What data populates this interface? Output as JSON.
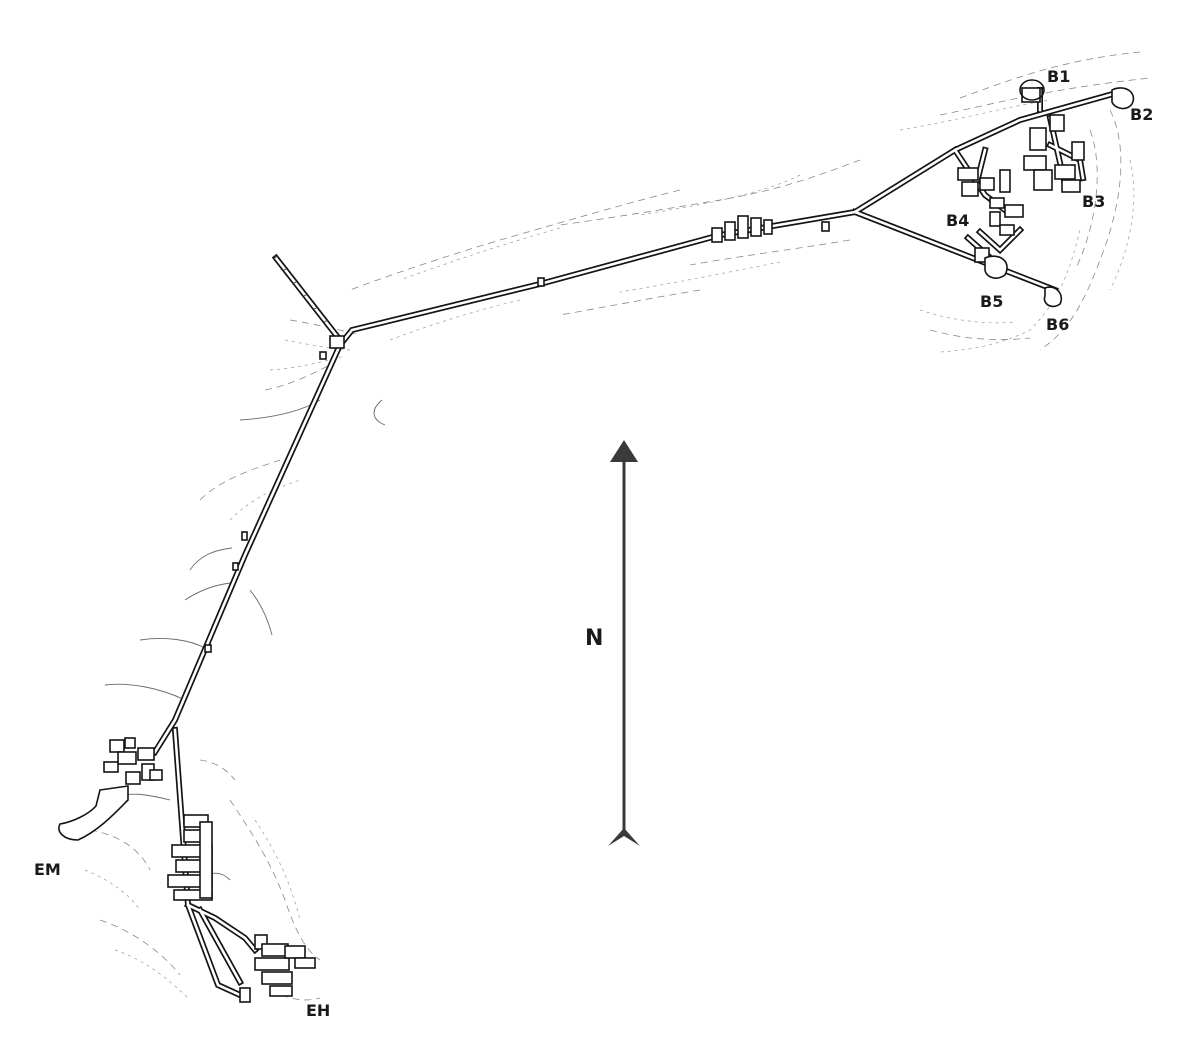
{
  "north": {
    "label": "N",
    "color": "#3a3a3a"
  },
  "sites": [
    {
      "id": "B1",
      "label": "B1"
    },
    {
      "id": "B2",
      "label": "B2"
    },
    {
      "id": "B3",
      "label": "B3"
    },
    {
      "id": "B4",
      "label": "B4"
    },
    {
      "id": "B5",
      "label": "B5"
    },
    {
      "id": "B6",
      "label": "B6"
    },
    {
      "id": "EM",
      "label": "EM"
    },
    {
      "id": "EH",
      "label": "EH"
    }
  ],
  "colors": {
    "ink": "#141414",
    "contour": "#8a8a8a",
    "background": "#ffffff"
  }
}
